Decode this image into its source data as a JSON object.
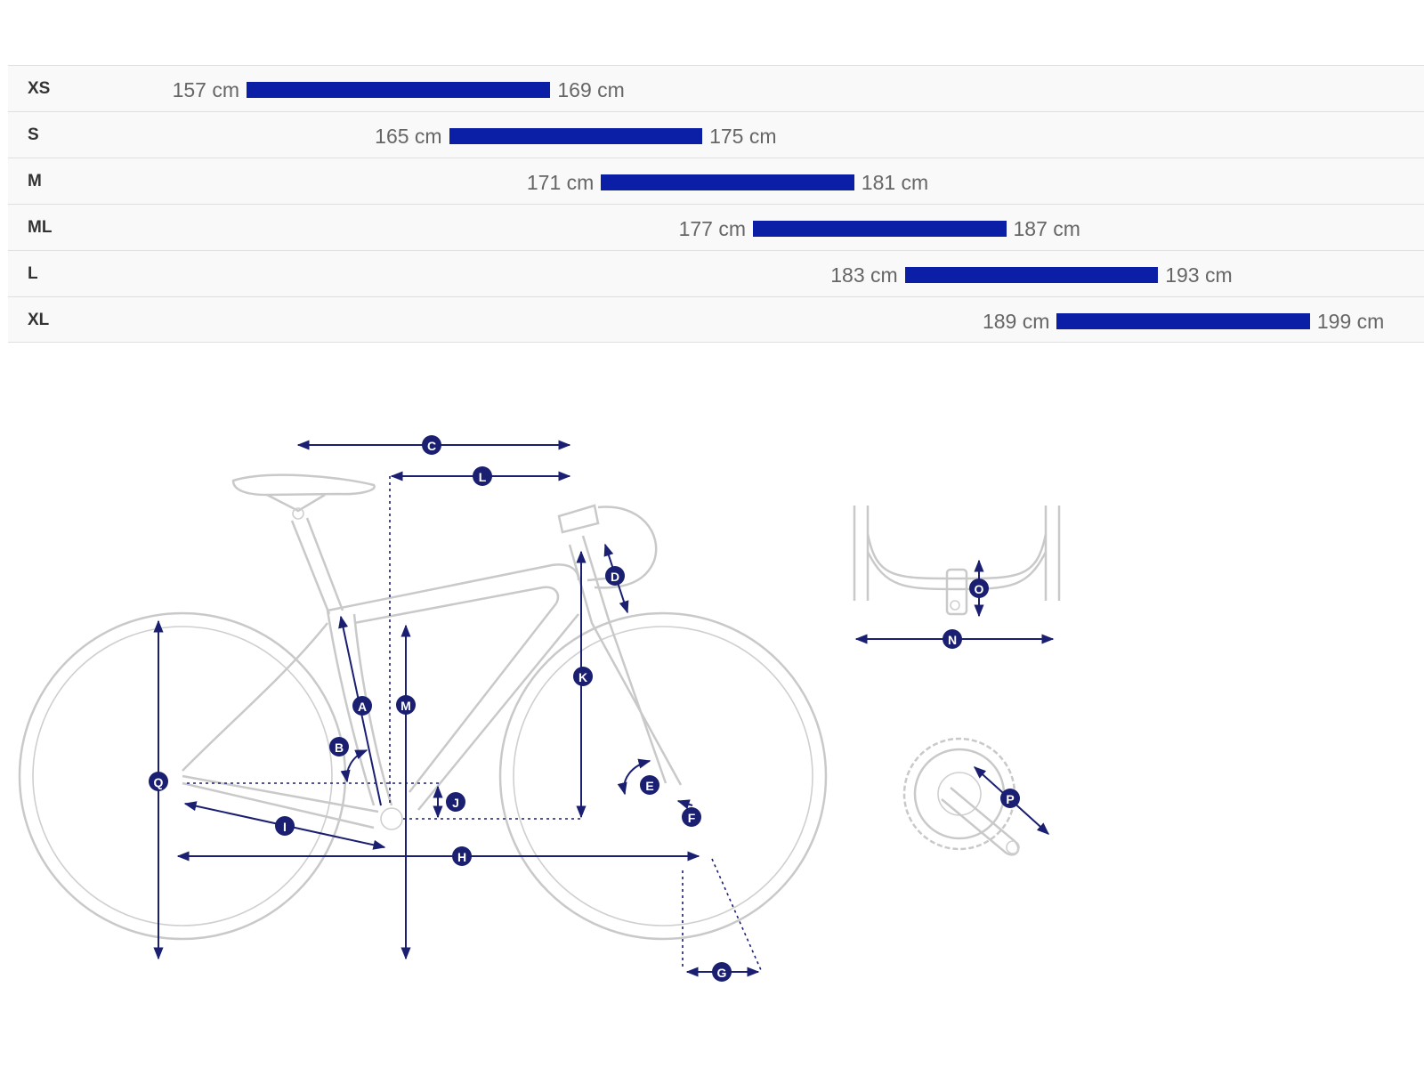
{
  "chart_data": {
    "type": "range-bar",
    "unit": "cm",
    "bar_color": "#0a1fa6",
    "axis_min": 150,
    "axis_max": 205,
    "rows": [
      {
        "size": "XS",
        "min_label": "157 cm",
        "max_label": "169 cm",
        "min": 157,
        "max": 169
      },
      {
        "size": "S",
        "min_label": "165 cm",
        "max_label": "175 cm",
        "min": 165,
        "max": 175
      },
      {
        "size": "M",
        "min_label": "171 cm",
        "max_label": "181 cm",
        "min": 171,
        "max": 181
      },
      {
        "size": "ML",
        "min_label": "177 cm",
        "max_label": "187 cm",
        "min": 177,
        "max": 187
      },
      {
        "size": "L",
        "min_label": "183 cm",
        "max_label": "193 cm",
        "min": 183,
        "max": 193
      },
      {
        "size": "XL",
        "min_label": "189 cm",
        "max_label": "199 cm",
        "min": 189,
        "max": 199
      }
    ]
  },
  "diagram": {
    "accent_color": "#1a1f71",
    "outline_color": "#c9c9c9",
    "markers": [
      "A",
      "B",
      "C",
      "D",
      "E",
      "F",
      "G",
      "H",
      "I",
      "J",
      "K",
      "L",
      "M",
      "N",
      "O",
      "P",
      "Q"
    ]
  }
}
